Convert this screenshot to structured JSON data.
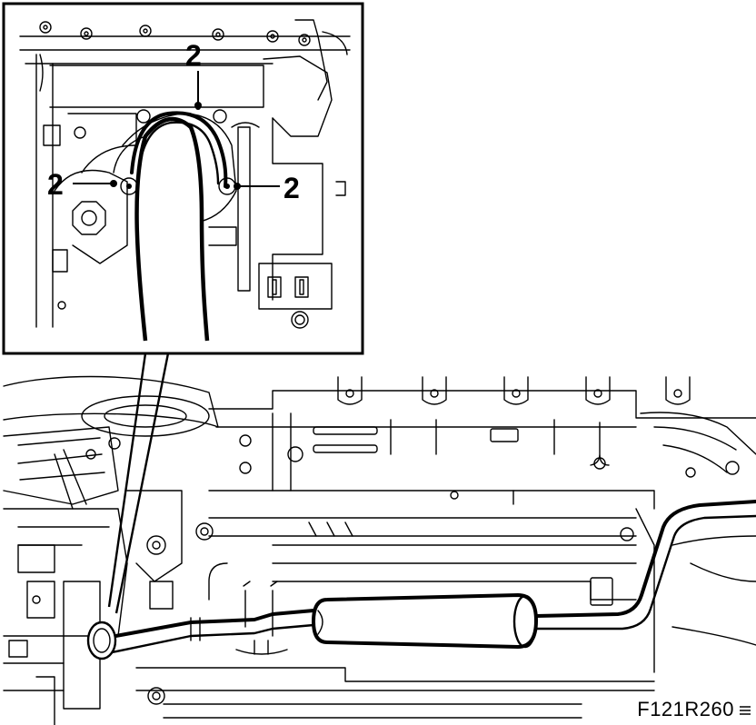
{
  "figure": {
    "code": "F121R260",
    "callouts": [
      {
        "id": "callout-top",
        "label": "2"
      },
      {
        "id": "callout-left",
        "label": "2"
      },
      {
        "id": "callout-right",
        "label": "2"
      }
    ]
  }
}
